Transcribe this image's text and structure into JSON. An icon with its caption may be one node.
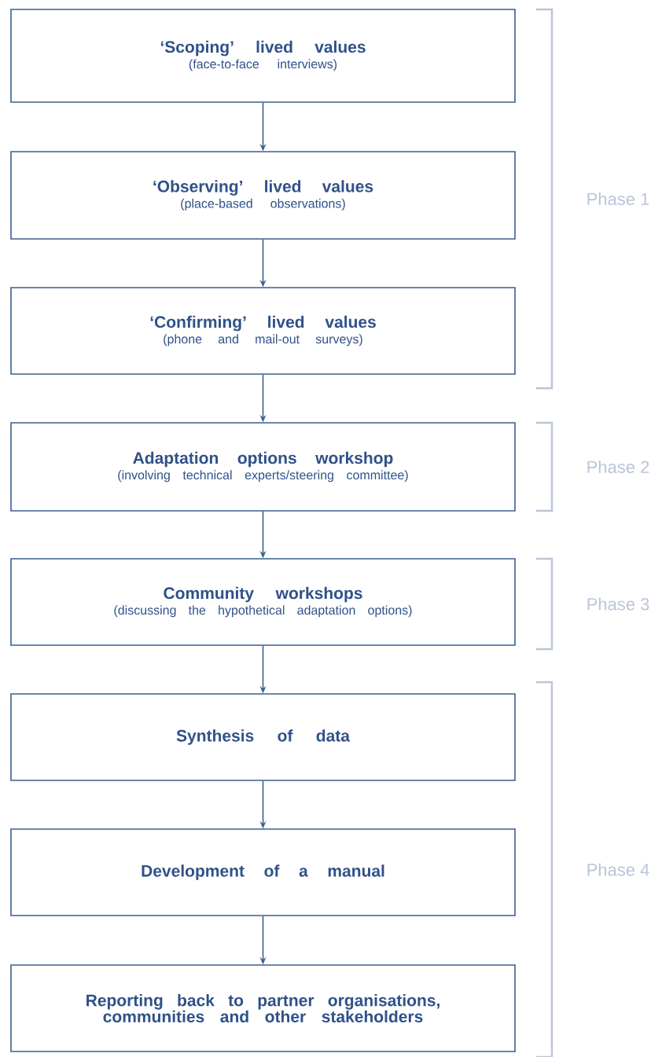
{
  "diagram": {
    "nodes": [
      {
        "text": [
          "‘Scoping’ lived values",
          "(face-to-face interviews)"
        ]
      },
      {
        "text": [
          "‘Observing’ lived values",
          "(place-based observations)"
        ]
      },
      {
        "text": [
          "‘Confirming’ lived values",
          "(phone and mail-out surveys)"
        ]
      },
      {
        "text": [
          "Adaptation options workshop",
          "(involving technical experts/steering committee)"
        ]
      },
      {
        "text": [
          "Community workshops",
          "(discussing the hypothetical adaptation options)"
        ]
      },
      {
        "text": [
          "Synthesis of data"
        ]
      },
      {
        "text": [
          "Development of a manual"
        ]
      },
      {
        "text": [
          "Reporting back to partner organisations, communities and other stakeholders"
        ]
      }
    ],
    "edges": [
      {
        "from": 0,
        "to": 1,
        "arrow": "to"
      },
      {
        "from": 1,
        "to": 2,
        "arrow": "to"
      },
      {
        "from": 2,
        "to": 3,
        "arrow": "to"
      },
      {
        "from": 3,
        "to": 4,
        "arrow": "to"
      },
      {
        "from": 4,
        "to": 5,
        "arrow": "to"
      },
      {
        "from": 5,
        "to": 6,
        "arrow": "to"
      },
      {
        "from": 6,
        "to": 7,
        "arrow": "to"
      }
    ],
    "labels": [
      "Phase 1",
      "Phase 2",
      "Phase 3",
      "Phase 4"
    ]
  }
}
